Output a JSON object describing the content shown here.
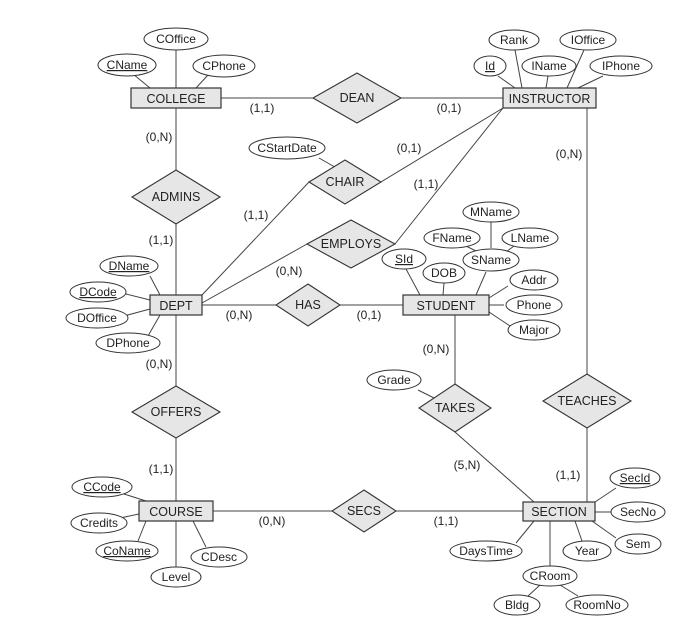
{
  "entities": {
    "college": "COLLEGE",
    "instructor": "INSTRUCTOR",
    "dept": "DEPT",
    "student": "STUDENT",
    "course": "COURSE",
    "section": "SECTION"
  },
  "relationships": {
    "dean": "DEAN",
    "admins": "ADMINS",
    "chair": "CHAIR",
    "employs": "EMPLOYS",
    "has": "HAS",
    "offers": "OFFERS",
    "takes": "TAKES",
    "teaches": "TEACHES",
    "secs": "SECS"
  },
  "attributes": {
    "coffice": "COffice",
    "cname": "CName",
    "cphone": "CPhone",
    "rank": "Rank",
    "ioffice": "IOffice",
    "id": "Id",
    "iname": "IName",
    "iphone": "IPhone",
    "cstartdate": "CStartDate",
    "mname": "MName",
    "fname": "FName",
    "lname": "LName",
    "sname": "SName",
    "sid": "SId",
    "dob": "DOB",
    "addr": "Addr",
    "phone": "Phone",
    "major": "Major",
    "dname": "DName",
    "dcode": "DCode",
    "doffice": "DOffice",
    "dphone": "DPhone",
    "grade": "Grade",
    "ccode": "CCode",
    "credits": "Credits",
    "coname": "CoName",
    "level": "Level",
    "cdesc": "CDesc",
    "secid": "SecId",
    "secno": "SecNo",
    "sem": "Sem",
    "year": "Year",
    "daystime": "DaysTime",
    "croom": "CRoom",
    "bldg": "Bldg",
    "roomno": "RoomNo"
  },
  "cardinalities": {
    "college_dean": "(1,1)",
    "instructor_dean": "(0,1)",
    "college_admins": "(0,N)",
    "dept_admins": "(1,1)",
    "instructor_chair": "(0,1)",
    "dept_chair": "(1,1)",
    "instructor_employs": "(1,1)",
    "dept_employs": "(0,N)",
    "instructor_teaches": "(0,N)",
    "dept_has": "(0,N)",
    "student_has": "(0,1)",
    "dept_offers": "(0,N)",
    "course_offers": "(1,1)",
    "student_takes": "(0,N)",
    "section_takes": "(5,N)",
    "section_teaches": "(1,1)",
    "course_secs": "(0,N)",
    "section_secs": "(1,1)"
  }
}
